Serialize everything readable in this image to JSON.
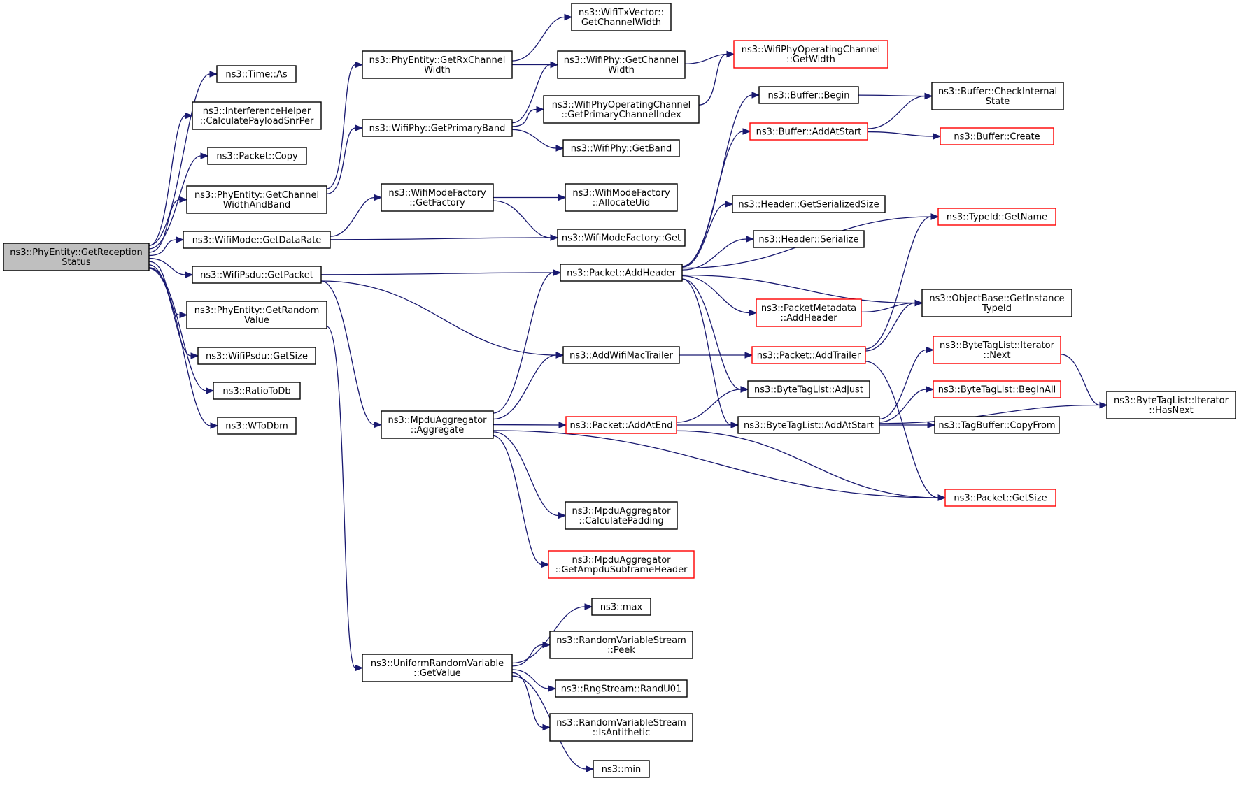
{
  "colors": {
    "edge": "#191970",
    "border_default": "#000000",
    "border_truncated": "#ff0000",
    "root_fill": "#bfbfbf",
    "node_fill": "#ffffff"
  },
  "nodes": [
    {
      "id": "root",
      "lines": [
        "ns3::PhyEntity::GetReception",
        "Status"
      ],
      "style": "root"
    },
    {
      "id": "time_as",
      "lines": [
        "ns3::Time::As"
      ],
      "style": "normal"
    },
    {
      "id": "interf",
      "lines": [
        "ns3::InterferenceHelper",
        "::CalculatePayloadSnrPer"
      ],
      "style": "normal"
    },
    {
      "id": "pkt_copy",
      "lines": [
        "ns3::Packet::Copy"
      ],
      "style": "normal"
    },
    {
      "id": "getchwb",
      "lines": [
        "ns3::PhyEntity::GetChannel",
        "WidthAndBand"
      ],
      "style": "normal"
    },
    {
      "id": "wifimode_dr",
      "lines": [
        "ns3::WifiMode::GetDataRate"
      ],
      "style": "normal"
    },
    {
      "id": "psdu_getpacket",
      "lines": [
        "ns3::WifiPsdu::GetPacket"
      ],
      "style": "normal"
    },
    {
      "id": "getrandom",
      "lines": [
        "ns3::PhyEntity::GetRandom",
        "Value"
      ],
      "style": "normal"
    },
    {
      "id": "psdu_size",
      "lines": [
        "ns3::WifiPsdu::GetSize"
      ],
      "style": "normal"
    },
    {
      "id": "ratiotodb",
      "lines": [
        "ns3::RatioToDb"
      ],
      "style": "normal"
    },
    {
      "id": "wtodbm",
      "lines": [
        "ns3::WToDbm"
      ],
      "style": "normal"
    },
    {
      "id": "rxchw",
      "lines": [
        "ns3::PhyEntity::GetRxChannel",
        "Width"
      ],
      "style": "normal"
    },
    {
      "id": "primband",
      "lines": [
        "ns3::WifiPhy::GetPrimaryBand"
      ],
      "style": "normal"
    },
    {
      "id": "modefactory",
      "lines": [
        "ns3::WifiModeFactory",
        "::GetFactory"
      ],
      "style": "normal"
    },
    {
      "id": "mpdu_agg",
      "lines": [
        "ns3::MpduAggregator",
        "::Aggregate"
      ],
      "style": "normal"
    },
    {
      "id": "uniform",
      "lines": [
        "ns3::UniformRandomVariable",
        "::GetValue"
      ],
      "style": "normal"
    },
    {
      "id": "txvector_cw",
      "lines": [
        "ns3::WifiTxVector::",
        "GetChannelWidth"
      ],
      "style": "normal"
    },
    {
      "id": "phy_cw",
      "lines": [
        "ns3::WifiPhy::GetChannel",
        "Width"
      ],
      "style": "normal"
    },
    {
      "id": "opch_pci",
      "lines": [
        "ns3::WifiPhyOperatingChannel",
        "::GetPrimaryChannelIndex"
      ],
      "style": "normal"
    },
    {
      "id": "phy_band",
      "lines": [
        "ns3::WifiPhy::GetBand"
      ],
      "style": "normal"
    },
    {
      "id": "mf_alloc",
      "lines": [
        "ns3::WifiModeFactory",
        "::AllocateUid"
      ],
      "style": "normal"
    },
    {
      "id": "mf_get",
      "lines": [
        "ns3::WifiModeFactory::Get"
      ],
      "style": "normal"
    },
    {
      "id": "pkt_addheader",
      "lines": [
        "ns3::Packet::AddHeader"
      ],
      "style": "normal"
    },
    {
      "id": "addmactrailer",
      "lines": [
        "ns3::AddWifiMacTrailer"
      ],
      "style": "normal"
    },
    {
      "id": "pkt_addatend",
      "lines": [
        "ns3::Packet::AddAtEnd"
      ],
      "style": "truncated"
    },
    {
      "id": "mpdu_pad",
      "lines": [
        "ns3::MpduAggregator",
        "::CalculatePadding"
      ],
      "style": "normal"
    },
    {
      "id": "mpdu_subhdr",
      "lines": [
        "ns3::MpduAggregator",
        "::GetAmpduSubframeHeader"
      ],
      "style": "truncated"
    },
    {
      "id": "max",
      "lines": [
        "ns3::max"
      ],
      "style": "normal"
    },
    {
      "id": "rvs_peek",
      "lines": [
        "ns3::RandomVariableStream",
        "::Peek"
      ],
      "style": "normal"
    },
    {
      "id": "randu01",
      "lines": [
        "ns3::RngStream::RandU01"
      ],
      "style": "normal"
    },
    {
      "id": "rvs_anti",
      "lines": [
        "ns3::RandomVariableStream",
        "::IsAntithetic"
      ],
      "style": "normal"
    },
    {
      "id": "min",
      "lines": [
        "ns3::min"
      ],
      "style": "normal"
    },
    {
      "id": "opch_width",
      "lines": [
        "ns3::WifiPhyOperatingChannel",
        "::GetWidth"
      ],
      "style": "truncated"
    },
    {
      "id": "buf_begin",
      "lines": [
        "ns3::Buffer::Begin"
      ],
      "style": "normal"
    },
    {
      "id": "buf_addatstart",
      "lines": [
        "ns3::Buffer::AddAtStart"
      ],
      "style": "truncated"
    },
    {
      "id": "hdr_size",
      "lines": [
        "ns3::Header::GetSerializedSize"
      ],
      "style": "normal"
    },
    {
      "id": "hdr_ser",
      "lines": [
        "ns3::Header::Serialize"
      ],
      "style": "normal"
    },
    {
      "id": "pm_addheader",
      "lines": [
        "ns3::PacketMetadata",
        "::AddHeader"
      ],
      "style": "truncated"
    },
    {
      "id": "pkt_addtrailer",
      "lines": [
        "ns3::Packet::AddTrailer"
      ],
      "style": "truncated"
    },
    {
      "id": "btl_adjust",
      "lines": [
        "ns3::ByteTagList::Adjust"
      ],
      "style": "normal"
    },
    {
      "id": "btl_addatstart",
      "lines": [
        "ns3::ByteTagList::AddAtStart"
      ],
      "style": "normal"
    },
    {
      "id": "buf_check",
      "lines": [
        "ns3::Buffer::CheckInternal",
        "State"
      ],
      "style": "normal"
    },
    {
      "id": "buf_create",
      "lines": [
        "ns3::Buffer::Create"
      ],
      "style": "truncated"
    },
    {
      "id": "typeid_name",
      "lines": [
        "ns3::TypeId::GetName"
      ],
      "style": "truncated"
    },
    {
      "id": "ob_typeid",
      "lines": [
        "ns3::ObjectBase::GetInstance",
        "TypeId"
      ],
      "style": "normal"
    },
    {
      "id": "btl_next",
      "lines": [
        "ns3::ByteTagList::Iterator",
        "::Next"
      ],
      "style": "truncated"
    },
    {
      "id": "btl_beginall",
      "lines": [
        "ns3::ByteTagList::BeginAll"
      ],
      "style": "truncated"
    },
    {
      "id": "tagbuf_copy",
      "lines": [
        "ns3::TagBuffer::CopyFrom"
      ],
      "style": "normal"
    },
    {
      "id": "pkt_getsize",
      "lines": [
        "ns3::Packet::GetSize"
      ],
      "style": "truncated"
    },
    {
      "id": "btl_hasnext",
      "lines": [
        "ns3::ByteTagList::Iterator",
        "::HasNext"
      ],
      "style": "normal"
    }
  ],
  "edges": [
    [
      "root",
      "time_as"
    ],
    [
      "root",
      "interf"
    ],
    [
      "root",
      "pkt_copy"
    ],
    [
      "root",
      "getchwb"
    ],
    [
      "root",
      "wifimode_dr"
    ],
    [
      "root",
      "psdu_getpacket"
    ],
    [
      "root",
      "getrandom"
    ],
    [
      "root",
      "psdu_size"
    ],
    [
      "root",
      "ratiotodb"
    ],
    [
      "root",
      "wtodbm"
    ],
    [
      "getchwb",
      "rxchw"
    ],
    [
      "getchwb",
      "primband"
    ],
    [
      "wifimode_dr",
      "modefactory"
    ],
    [
      "wifimode_dr",
      "mf_get"
    ],
    [
      "psdu_getpacket",
      "pkt_addheader"
    ],
    [
      "psdu_getpacket",
      "addmactrailer"
    ],
    [
      "psdu_getpacket",
      "mpdu_agg"
    ],
    [
      "getrandom",
      "uniform"
    ],
    [
      "rxchw",
      "txvector_cw"
    ],
    [
      "rxchw",
      "phy_cw"
    ],
    [
      "primband",
      "phy_cw"
    ],
    [
      "primband",
      "opch_pci"
    ],
    [
      "primband",
      "phy_band"
    ],
    [
      "modefactory",
      "mf_alloc"
    ],
    [
      "modefactory",
      "mf_get"
    ],
    [
      "mpdu_agg",
      "pkt_addheader"
    ],
    [
      "mpdu_agg",
      "addmactrailer"
    ],
    [
      "mpdu_agg",
      "pkt_addatend"
    ],
    [
      "mpdu_agg",
      "pkt_getsize"
    ],
    [
      "mpdu_agg",
      "mpdu_pad"
    ],
    [
      "mpdu_agg",
      "mpdu_subhdr"
    ],
    [
      "uniform",
      "max"
    ],
    [
      "uniform",
      "rvs_peek"
    ],
    [
      "uniform",
      "randu01"
    ],
    [
      "uniform",
      "rvs_anti"
    ],
    [
      "uniform",
      "min"
    ],
    [
      "phy_cw",
      "opch_width"
    ],
    [
      "opch_pci",
      "opch_width"
    ],
    [
      "pkt_addheader",
      "buf_begin"
    ],
    [
      "pkt_addheader",
      "buf_addatstart"
    ],
    [
      "pkt_addheader",
      "typeid_name"
    ],
    [
      "pkt_addheader",
      "hdr_size"
    ],
    [
      "pkt_addheader",
      "hdr_ser"
    ],
    [
      "pkt_addheader",
      "ob_typeid"
    ],
    [
      "pkt_addheader",
      "pm_addheader"
    ],
    [
      "pkt_addheader",
      "btl_adjust"
    ],
    [
      "pkt_addheader",
      "btl_addatstart"
    ],
    [
      "addmactrailer",
      "pkt_addtrailer"
    ],
    [
      "pkt_addatend",
      "btl_adjust"
    ],
    [
      "pkt_addatend",
      "btl_addatstart"
    ],
    [
      "pkt_addatend",
      "pkt_getsize"
    ],
    [
      "buf_begin",
      "buf_check"
    ],
    [
      "buf_addatstart",
      "buf_check"
    ],
    [
      "buf_addatstart",
      "buf_create"
    ],
    [
      "pm_addheader",
      "ob_typeid"
    ],
    [
      "pkt_addtrailer",
      "ob_typeid"
    ],
    [
      "pkt_addtrailer",
      "typeid_name"
    ],
    [
      "pkt_addtrailer",
      "pkt_getsize"
    ],
    [
      "btl_addatstart",
      "btl_next"
    ],
    [
      "btl_addatstart",
      "btl_beginall"
    ],
    [
      "btl_addatstart",
      "tagbuf_copy"
    ],
    [
      "btl_addatstart",
      "btl_hasnext"
    ],
    [
      "btl_next",
      "btl_hasnext"
    ]
  ]
}
